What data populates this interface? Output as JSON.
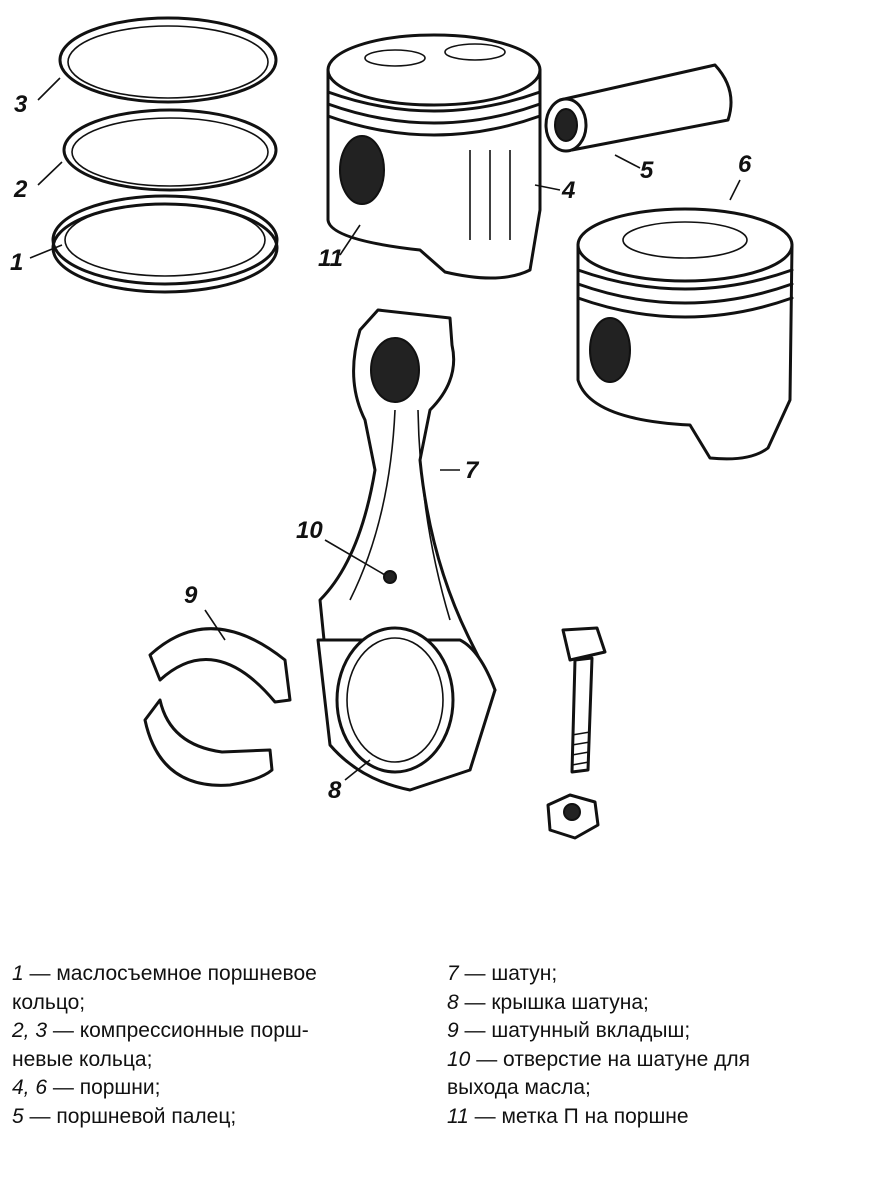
{
  "callouts": {
    "c1": "1",
    "c2": "2",
    "c3": "3",
    "c4": "4",
    "c5": "5",
    "c6": "6",
    "c7": "7",
    "c8": "8",
    "c9": "9",
    "c10": "10",
    "c11": "11"
  },
  "legend": {
    "left": [
      {
        "num": "1",
        "text": " — маслосъемное поршневое"
      },
      {
        "num": "",
        "text": "кольцо;"
      },
      {
        "num": "2, 3",
        "text": " — компрессионные порш-"
      },
      {
        "num": "",
        "text": "невые кольца;"
      },
      {
        "num": "4, 6",
        "text": " — поршни;"
      },
      {
        "num": "5",
        "text": " — поршневой палец;"
      }
    ],
    "right": [
      {
        "num": "7",
        "text": " — шатун;"
      },
      {
        "num": "8",
        "text": " — крышка шатуна;"
      },
      {
        "num": "9",
        "text": " — шатунный вкладыш;"
      },
      {
        "num": "10",
        "text": " — отверстие на шатуне для"
      },
      {
        "num": "",
        "text": "выхода масла;"
      },
      {
        "num": "11",
        "text": " — метка П на поршне"
      }
    ]
  }
}
